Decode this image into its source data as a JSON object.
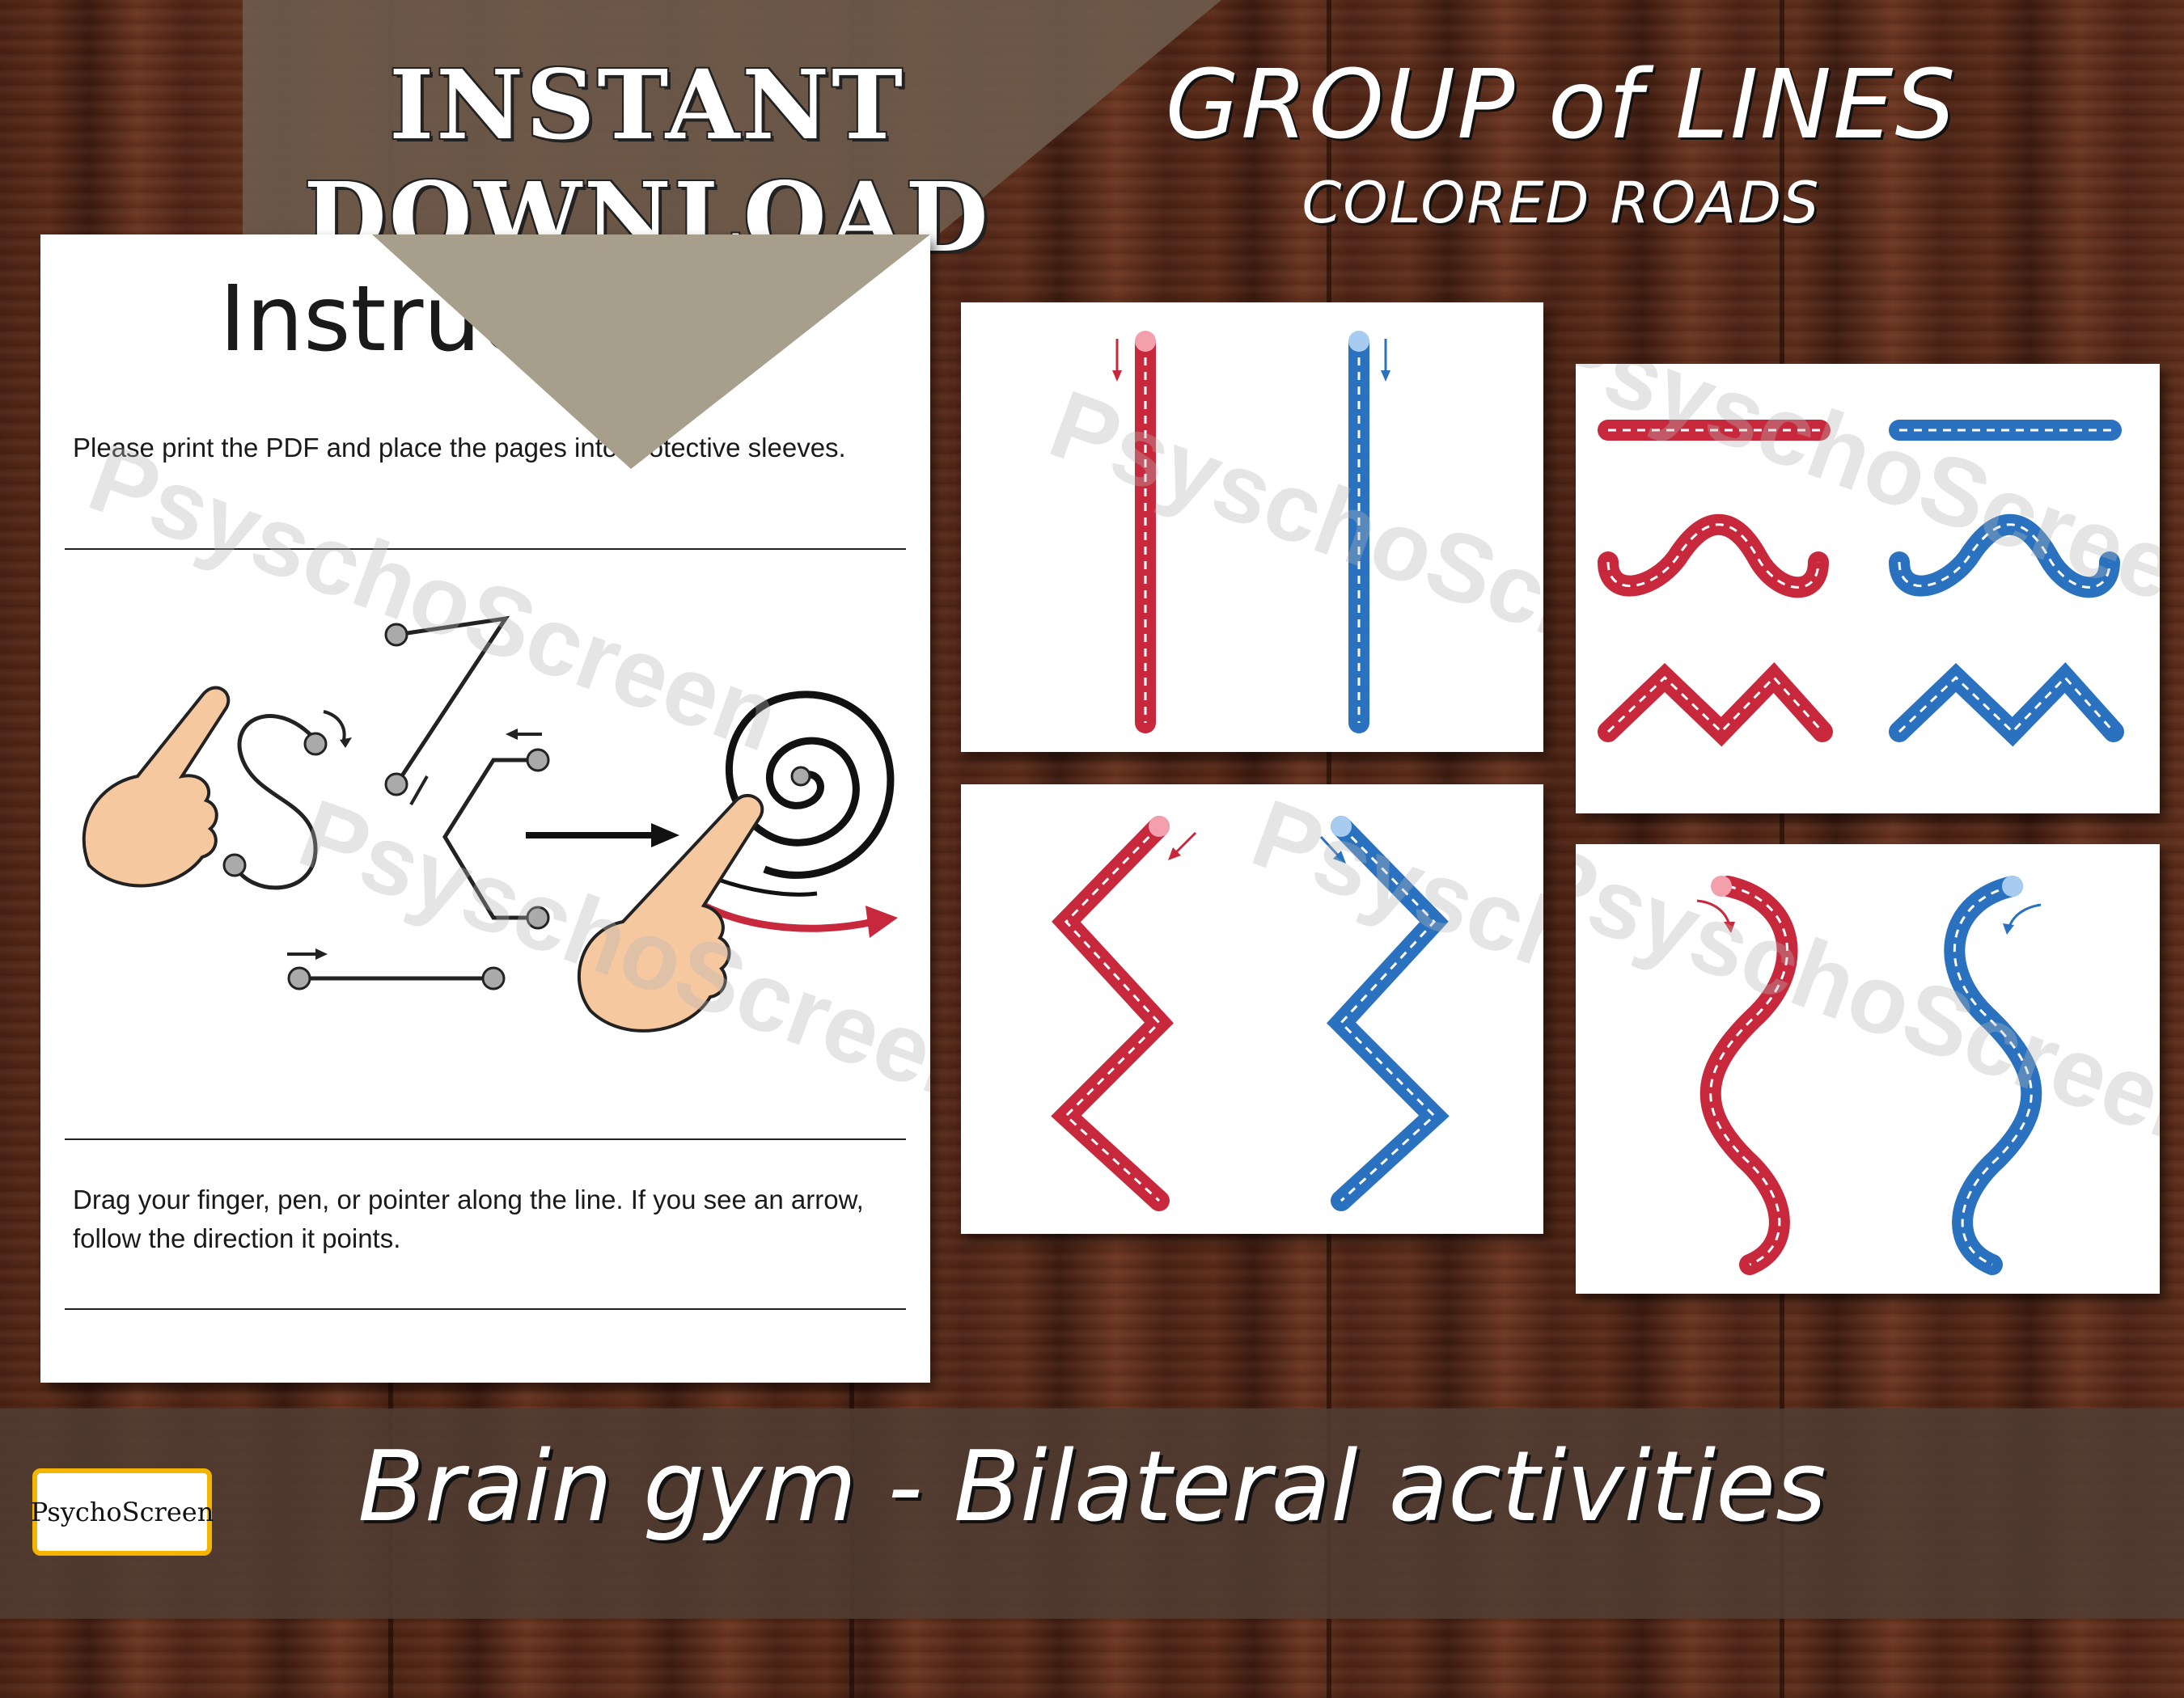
{
  "header": {
    "instant_download": "INSTANT DOWNLOAD",
    "title": "GROUP of LINES",
    "subtitle": "COLORED ROADS"
  },
  "instructions": {
    "heading": "Instructions",
    "text1": "Please print the PDF and place the pages into protective sleeves.",
    "text2": "Drag your finger, pen, or pointer along the line. If you see an arrow, follow the direction it points."
  },
  "watermark": "PsyschoScreen",
  "footer": {
    "tagline": "Brain gym - Bilateral activities",
    "logo": "PsychoScreen"
  },
  "colors": {
    "red": "#c8283c",
    "blue": "#2a72bf",
    "band": "#6e5c4c",
    "fold": "#a79f8c"
  }
}
